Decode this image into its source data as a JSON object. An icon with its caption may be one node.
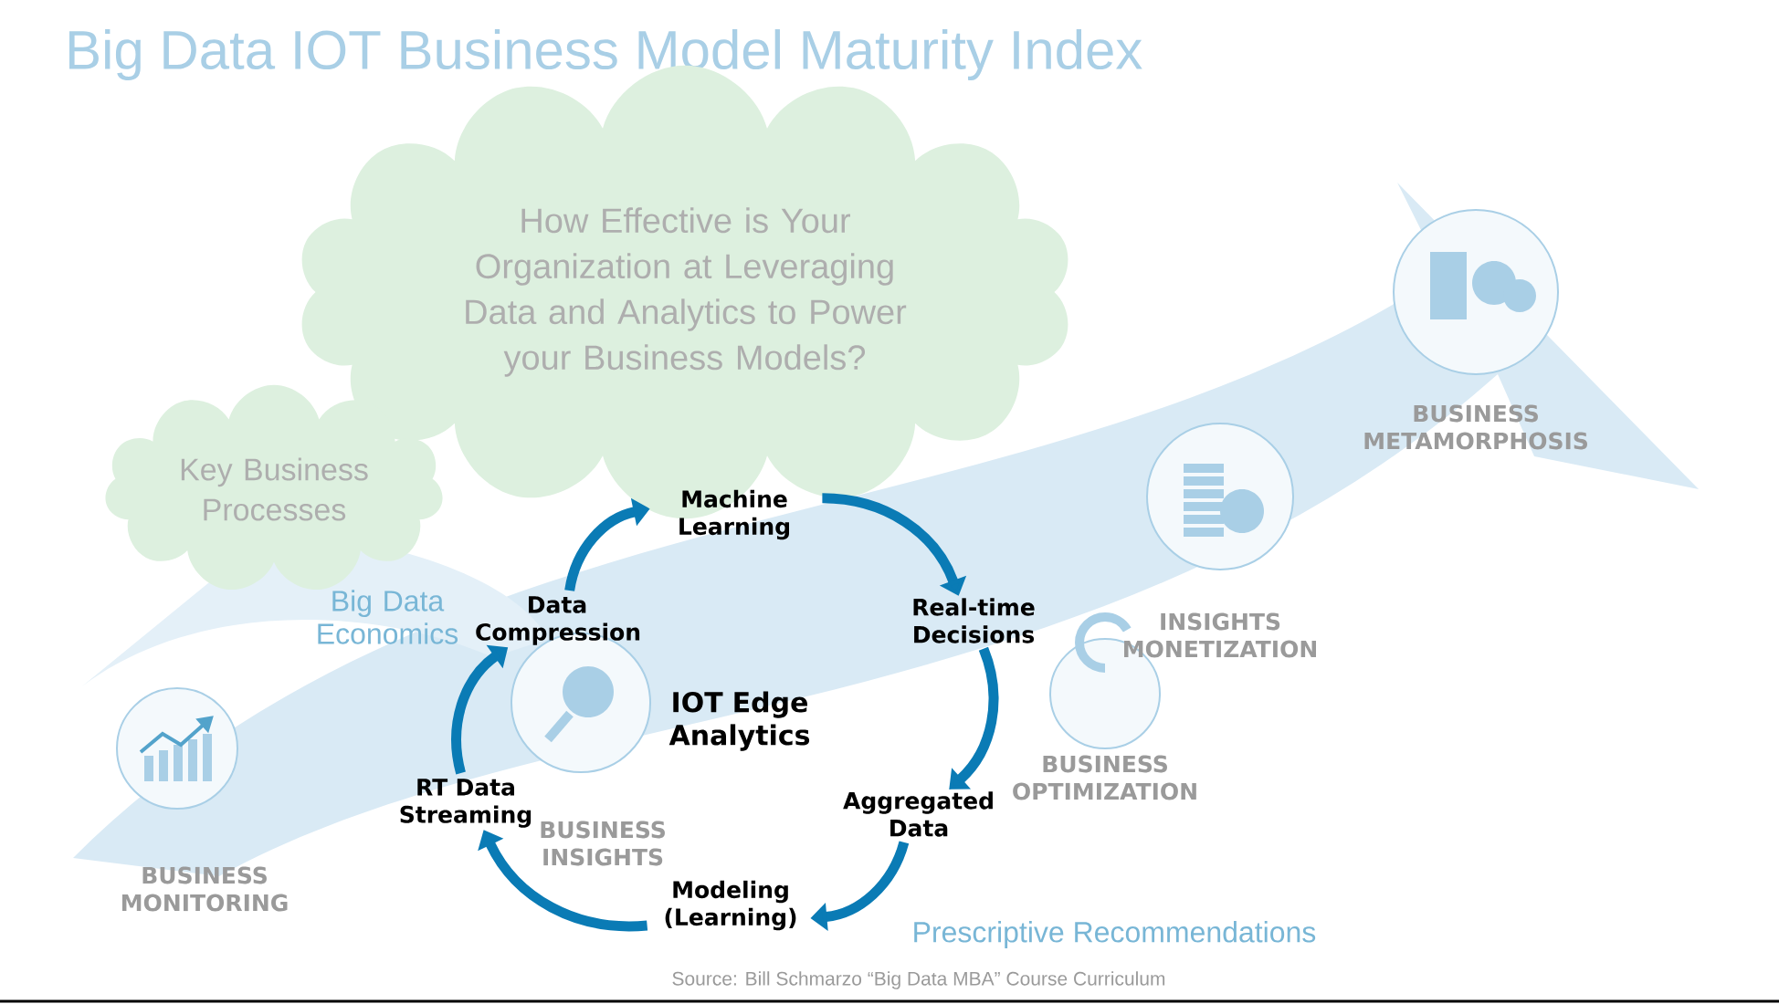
{
  "diagram": {
    "title": "Big Data IOT Business Model Maturity Index",
    "caption": "Source: Bill Schmarzo “Big Data MBA” Course Curriculum",
    "nodes": [
      {
        "text": [
          "How Effective is Your Organization at Leveraging Data and Analytics to Power your Business Models?"
        ]
      },
      {
        "text": [
          "Key Business Processes"
        ]
      },
      {
        "text": [
          "Machine Learning"
        ]
      },
      {
        "text": [
          "Real-time Decisions"
        ]
      },
      {
        "text": [
          "Aggregated Data"
        ]
      },
      {
        "text": [
          "Modeling (Learning)"
        ]
      },
      {
        "text": [
          "RT Data Streaming"
        ]
      },
      {
        "text": [
          "Data Compression"
        ]
      },
      {
        "text": [
          "IOT Edge Analytics"
        ]
      }
    ],
    "edges": [
      {
        "from": 2,
        "to": 3,
        "arrow": "to"
      },
      {
        "from": 3,
        "to": 4,
        "arrow": "to"
      },
      {
        "from": 4,
        "to": 5,
        "arrow": "to"
      },
      {
        "from": 5,
        "to": 6,
        "arrow": "to"
      },
      {
        "from": 6,
        "to": 7,
        "arrow": "to"
      },
      {
        "from": 7,
        "to": 2,
        "arrow": "to"
      }
    ],
    "labels": [
      "BUSINESS METAMORPHOSIS",
      "INSIGHTS MONETIZATION",
      "Big Data Economics",
      "BUSINESS OPTIMIZATION",
      "BUSINESS INSIGHTS",
      "BUSINESS MONITORING",
      "Prescriptive Recommendations"
    ]
  }
}
